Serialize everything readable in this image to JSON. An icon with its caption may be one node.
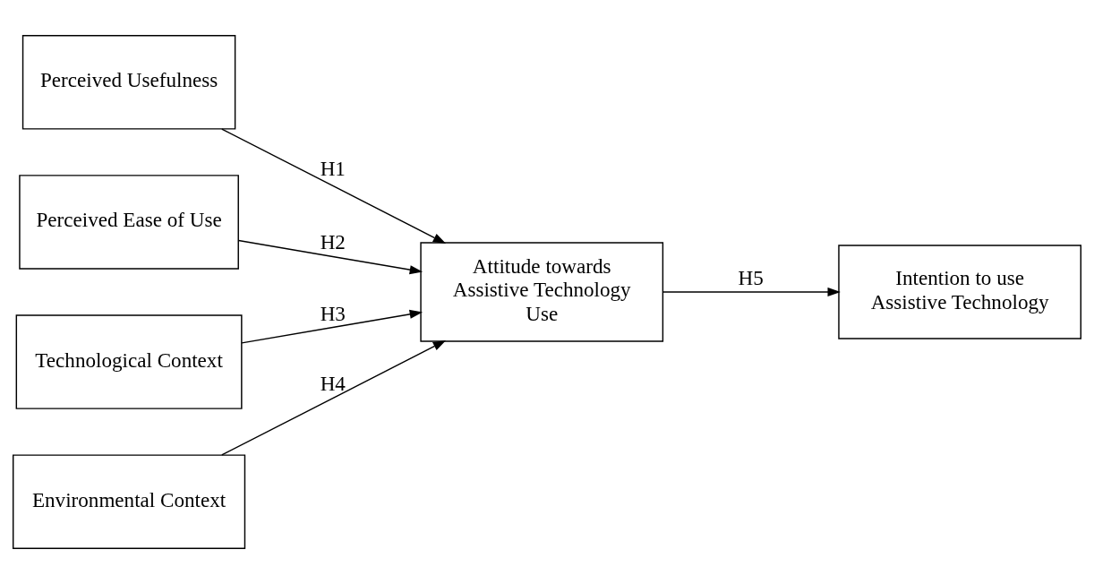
{
  "diagram": {
    "nodes": [
      {
        "text": [
          "Perceived Usefulness"
        ]
      },
      {
        "text": [
          "Perceived Ease of Use"
        ]
      },
      {
        "text": [
          "Technological Context"
        ]
      },
      {
        "text": [
          "Environmental Context"
        ]
      },
      {
        "text": [
          "Attitude towards Assistive Technology Use"
        ]
      },
      {
        "text": [
          "Intention to use Assistive Technology"
        ]
      }
    ],
    "edges": [
      {
        "from": 0,
        "to": 4,
        "arrow": "to",
        "label": "H1"
      },
      {
        "from": 1,
        "to": 4,
        "arrow": "to",
        "label": "H2"
      },
      {
        "from": 2,
        "to": 4,
        "arrow": "to",
        "label": "H3"
      },
      {
        "from": 3,
        "to": 4,
        "arrow": "to",
        "label": "H4"
      },
      {
        "from": 4,
        "to": 5,
        "arrow": "to",
        "label": "H5"
      }
    ]
  }
}
